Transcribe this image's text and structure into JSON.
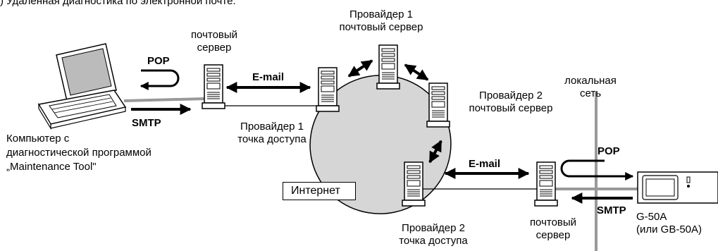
{
  "heading": ") Удаленная диагностика по электронной почте.",
  "labels": {
    "mail_server_left": [
      "почтовый",
      "сервер"
    ],
    "provider1_mail_server": [
      "Провайдер 1",
      "почтовый сервер"
    ],
    "provider2_mail_server": [
      "Провайдер 2",
      "почтовый сервер"
    ],
    "provider1_access_point": [
      "Провайдер 1",
      "точка доступа"
    ],
    "provider2_access_point": [
      "Провайдер 2",
      "точка доступа"
    ],
    "mail_server_right": [
      "почтовый",
      "сервер"
    ],
    "local_network": [
      "локальная",
      "сеть"
    ],
    "computer": [
      "Компьютер с",
      "диагностической программой",
      "„Maintenance Tool\""
    ],
    "internet": "Интернет",
    "device": [
      "G-50A",
      "(или GB-50A)"
    ]
  },
  "protocols": {
    "pop_left": "POP",
    "smtp_left": "SMTP",
    "email_left": "E-mail",
    "email_right": "E-mail",
    "pop_right": "POP",
    "smtp_right": "SMTP"
  }
}
